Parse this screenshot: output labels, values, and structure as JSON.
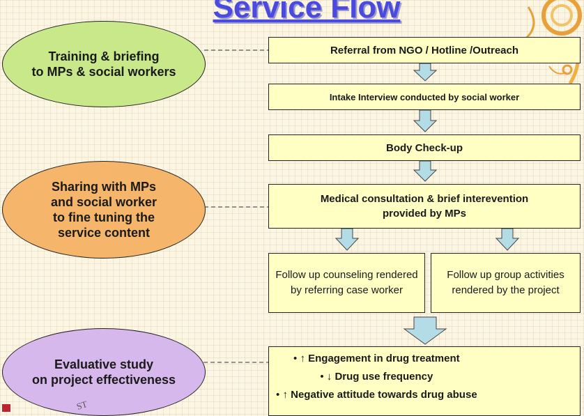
{
  "title": "Service Flow",
  "left_ovals": [
    {
      "lines": [
        "Training & briefing",
        "to MPs & social workers"
      ]
    },
    {
      "lines": [
        "Sharing with MPs",
        "and social worker",
        "to fine tuning the",
        "service content"
      ]
    },
    {
      "lines": [
        "Evaluative study",
        "on project effectiveness"
      ]
    }
  ],
  "flow": {
    "step1": "Referral from NGO / Hotline /Outreach",
    "step2": "Intake Interview conducted by social worker",
    "step3": "Body Check-up",
    "step4": {
      "line1": "Medical consultation & brief interevention",
      "line2": "provided by MPs"
    },
    "step5a": "Follow up counseling rendered by referring case worker",
    "step5b": "Follow up group activities rendered by the project",
    "outcomes": [
      {
        "bullet": "•",
        "dir": "↑",
        "text": "Engagement in drug treatment"
      },
      {
        "bullet": "•",
        "dir": "↓",
        "text": "Drug use frequency"
      },
      {
        "bullet": "•",
        "dir": "↑",
        "text": "Negative attitude towards drug abuse"
      }
    ]
  },
  "stamp_text": "ST",
  "colors": {
    "title": "#4a4ae0",
    "oval_training": "#c8e88a",
    "oval_sharing": "#f5b56a",
    "oval_evaluative": "#d7b8ec",
    "box_fill": "#ffffc4",
    "arrow_fill": "#b4dce6"
  }
}
